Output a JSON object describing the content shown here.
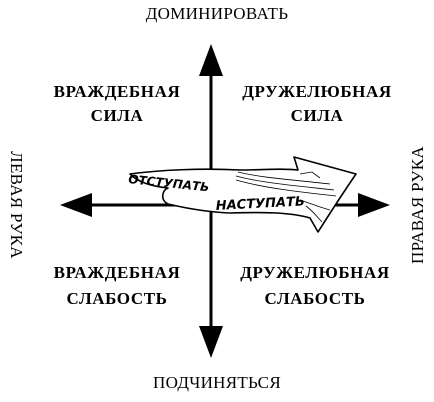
{
  "axes": {
    "top": "ДОМИНИРОВАТЬ",
    "bottom": "ПОДЧИНЯТЬСЯ",
    "left": "ЛЕВАЯ РУКА",
    "right": "ПРАВАЯ РУКА"
  },
  "quadrants": {
    "top_left": [
      "ВРАЖДЕБНАЯ",
      "СИЛА"
    ],
    "top_right": [
      "ДРУЖЕЛЮБНАЯ",
      "СИЛА"
    ],
    "bottom_left": [
      "ВРАЖДЕБНАЯ",
      "СЛАБОСТЬ"
    ],
    "bottom_right": [
      "ДРУЖЕЛЮБНАЯ",
      "СЛАБОСТЬ"
    ]
  },
  "movement": {
    "retreat": "ОТСТУПАТЬ",
    "advance": "НАСТУПАТЬ"
  }
}
